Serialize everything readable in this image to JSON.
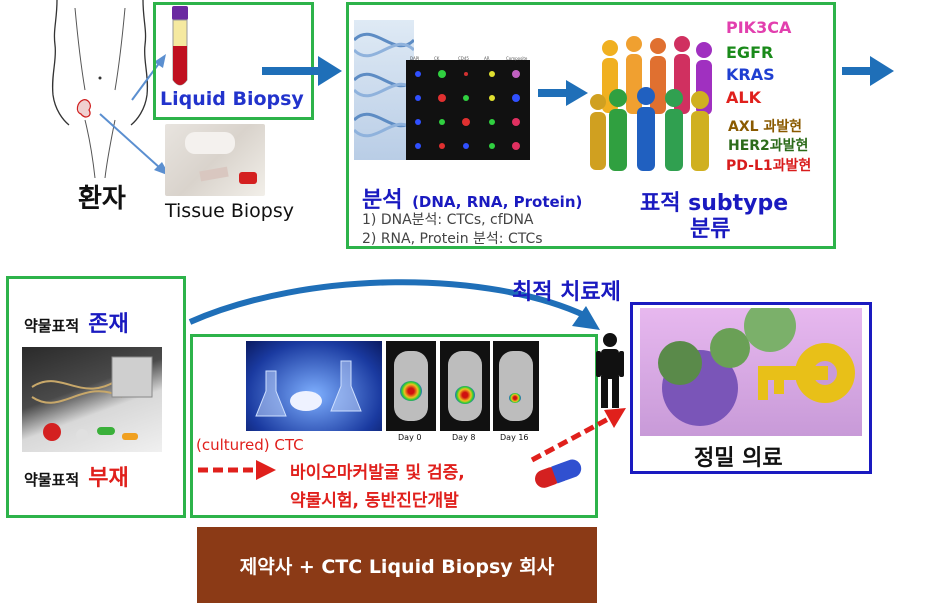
{
  "top": {
    "patient_label": "환자",
    "liquid_biopsy": "Liquid Biopsy",
    "tissue_biopsy": "Tissue Biopsy",
    "analysis_title": "분석",
    "analysis_subtitle": "(DNA, RNA, Protein)",
    "analysis_line1": "1) DNA분석: CTCs, cfDNA",
    "analysis_line2": "2) RNA, Protein 분석: CTCs",
    "subtype_line1": "표적 subtype",
    "subtype_line2": "분류",
    "markers": [
      {
        "label": "PIK3CA",
        "color": "#e23fae"
      },
      {
        "label": "EGFR",
        "color": "#1a8a1a"
      },
      {
        "label": "KRAS",
        "color": "#1f3fd1"
      },
      {
        "label": "ALK",
        "color": "#e0201c"
      },
      {
        "label": "AXL 과발현",
        "color": "#8a5a00"
      },
      {
        "label": "HER2과발현",
        "color": "#2c6b1a"
      },
      {
        "label": "PD-L1과발현",
        "color": "#d81c1c"
      }
    ],
    "cell_panel_headers": [
      "DAPI",
      "CK",
      "CD45",
      "AR",
      "Composite"
    ]
  },
  "bottom": {
    "target_present_prefix": "약물표적",
    "target_present_suffix": "존재",
    "target_absent_prefix": "약물표적",
    "target_absent_suffix": "부재",
    "optimal_therapy": "최적 치료제",
    "cultured_ctc": "(cultured) CTC",
    "biomarker_line1": "바이오마커발굴 및 검증,",
    "biomarker_line2": "약물시험, 동반진단개발",
    "days": [
      "Day 0",
      "Day 8",
      "Day 16"
    ],
    "precision_medicine": "정밀 의료",
    "company_banner": "제약사 + CTC Liquid Biopsy 회사"
  },
  "colors": {
    "green_border": "#2db34a",
    "blue_border": "#1a1ac0",
    "arrow_blue": "#1f6fb8",
    "red": "#e0201c",
    "banner_bg": "#8b3a16"
  }
}
